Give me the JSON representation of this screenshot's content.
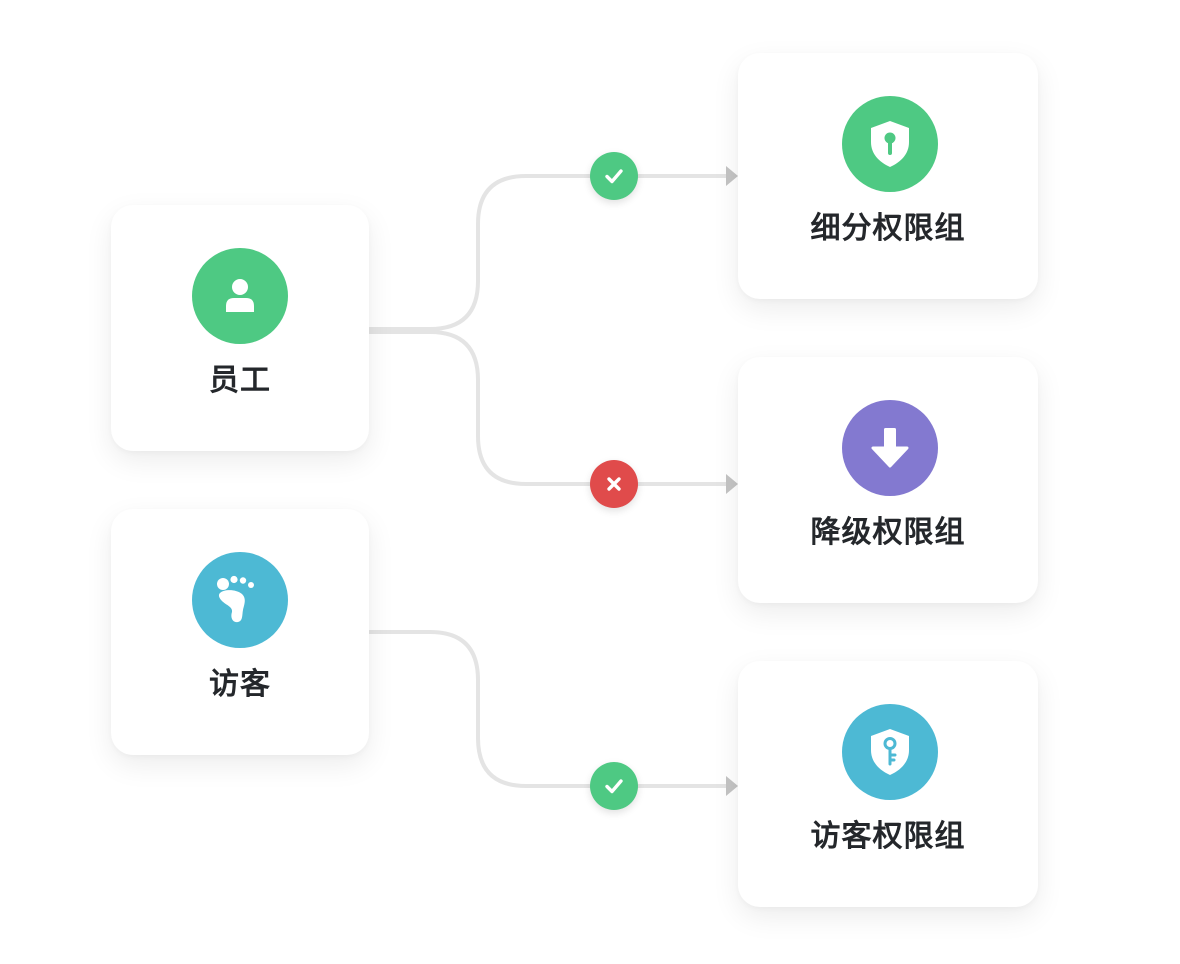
{
  "sources": [
    {
      "label": "员工",
      "icon": "person-icon",
      "color": "#4ec983"
    },
    {
      "label": "访客",
      "icon": "footprint-icon",
      "color": "#4db9d4"
    }
  ],
  "targets": [
    {
      "label": "细分权限组",
      "icon": "shield-keyhole-icon",
      "color": "#4ec983"
    },
    {
      "label": "降级权限组",
      "icon": "arrow-down-icon",
      "color": "#8379d0"
    },
    {
      "label": "访客权限组",
      "icon": "shield-key-icon",
      "color": "#4db9d4"
    }
  ],
  "connections": [
    {
      "from": "员工",
      "to": "细分权限组",
      "status": "allowed",
      "status_icon": "check-icon",
      "status_color": "#4ec983"
    },
    {
      "from": "员工",
      "to": "降级权限组",
      "status": "denied",
      "status_icon": "cross-icon",
      "status_color": "#e04b4b"
    },
    {
      "from": "访客",
      "to": "访客权限组",
      "status": "allowed",
      "status_icon": "check-icon",
      "status_color": "#4ec983"
    }
  ],
  "colors": {
    "connector_line": "#e4e4e4",
    "arrow_head": "#c4c4c4",
    "label_text": "#24272b",
    "card_background": "#ffffff"
  }
}
